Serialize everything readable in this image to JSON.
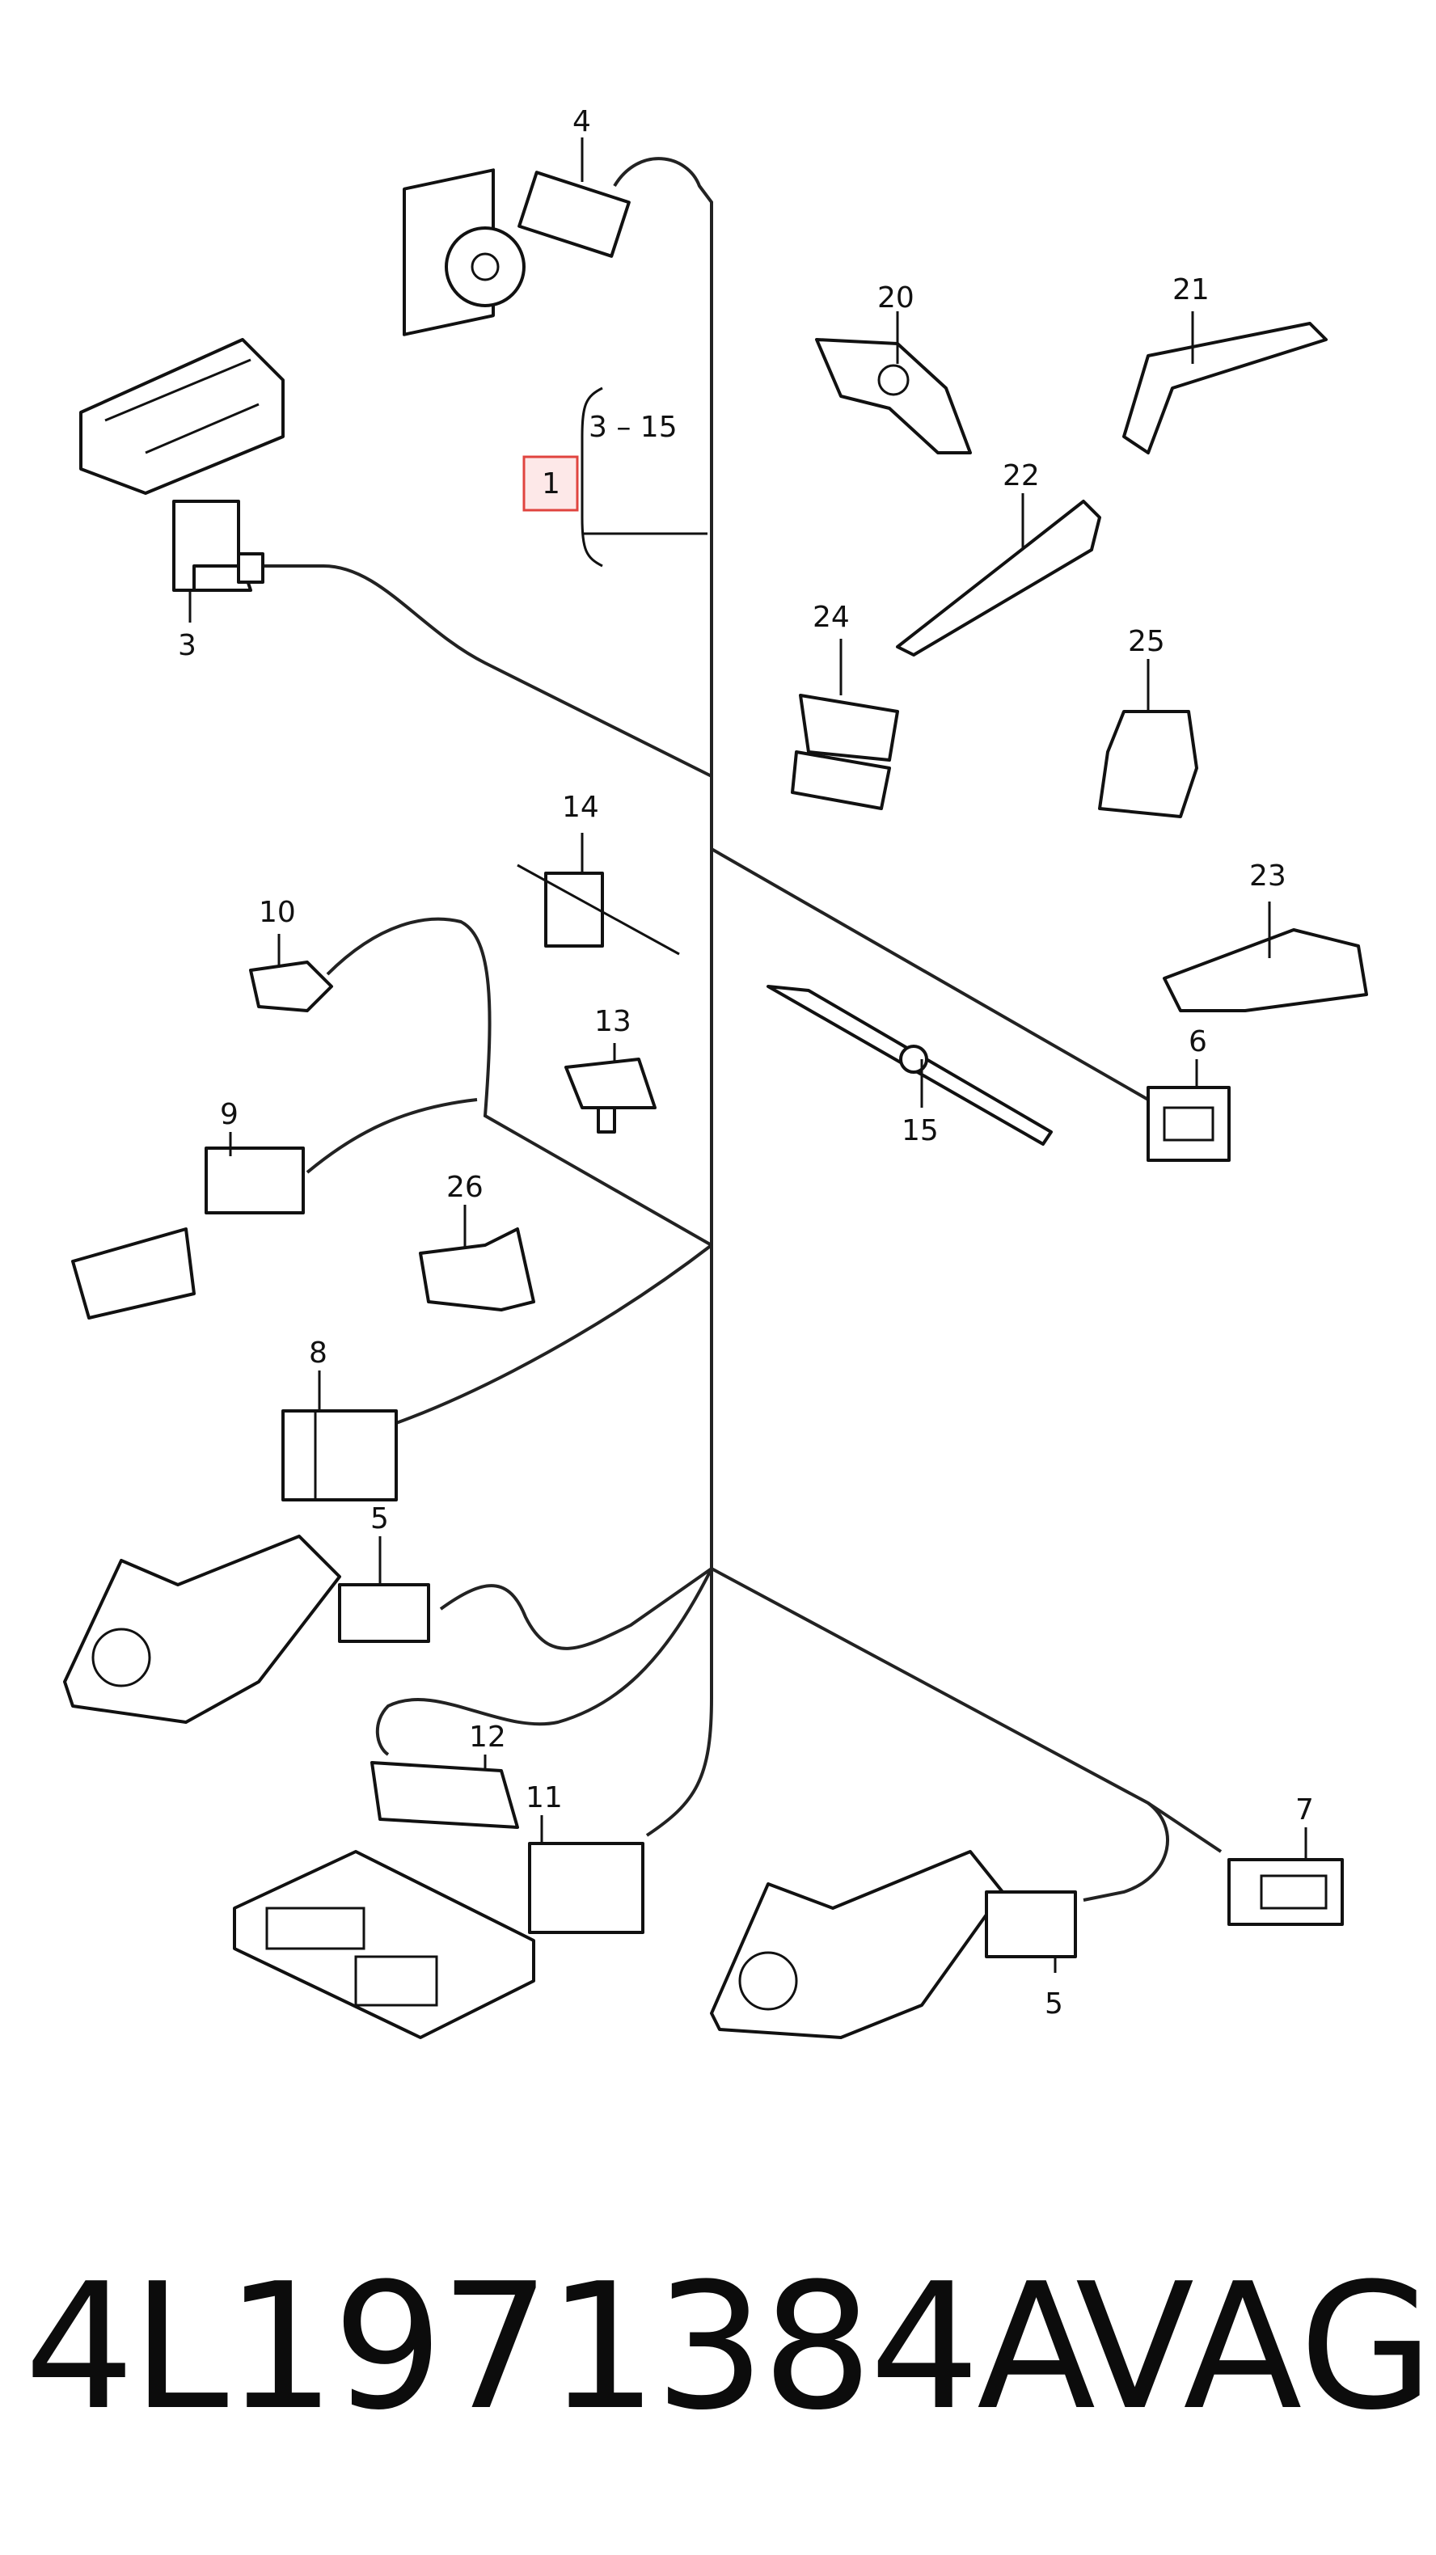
{
  "diagram": {
    "callouts": {
      "c4": "4",
      "c3": "3",
      "range": "3 – 15",
      "main": "1",
      "c20": "20",
      "c21": "21",
      "c22": "22",
      "c24": "24",
      "c25": "25",
      "c23": "23",
      "c6": "6",
      "c14": "14",
      "c10": "10",
      "c13": "13",
      "c15": "15",
      "c9": "9",
      "c26": "26",
      "c8": "8",
      "c5a": "5",
      "c12": "12",
      "c11": "11",
      "c7": "7",
      "c5b": "5"
    }
  },
  "footer": {
    "part_number": "4L1971384A",
    "brand": "VAG"
  },
  "colors": {
    "highlight": "#e0443f",
    "line": "#222222"
  }
}
